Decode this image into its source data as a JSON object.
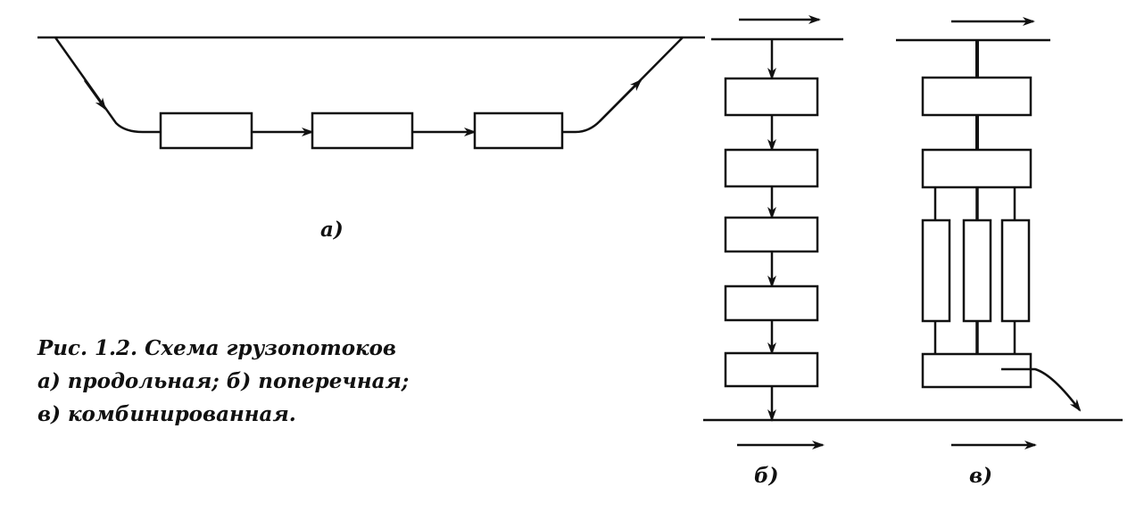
{
  "figure": {
    "caption": {
      "line1": "Рис. 1.2. Схема грузопотоков",
      "line2": "а) продольная; б) поперечная;",
      "line3": "в) комбинированная."
    },
    "labels": {
      "a": "а)",
      "b": "б)",
      "v": "в)"
    },
    "colors": {
      "ink": "#111111",
      "background": "#ffffff"
    }
  }
}
